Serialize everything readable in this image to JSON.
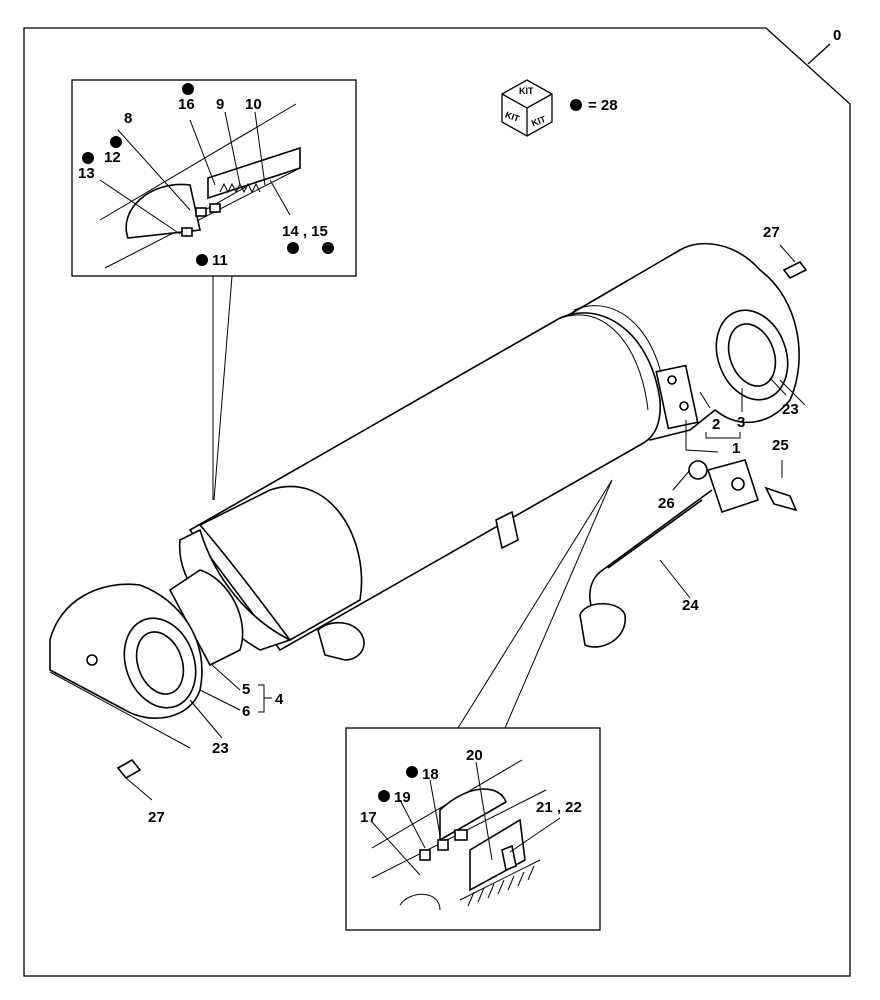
{
  "diagram": {
    "page_number": "0",
    "kit": {
      "icon_text": [
        "KIT",
        "KIT",
        "KIT"
      ],
      "legend": "= 28"
    },
    "callouts": {
      "c1": "1",
      "c2": "2",
      "c3": "3",
      "c4": "4",
      "c5": "5",
      "c6": "6",
      "c8": "8",
      "c9": "9",
      "c10": "10",
      "c11": "11",
      "c12": "12",
      "c13": "13",
      "c14_15": "14 , 15",
      "c16": "16",
      "c17": "17",
      "c18": "18",
      "c19": "19",
      "c20": "20",
      "c21_22": "21 , 22",
      "c23a": "23",
      "c23b": "23",
      "c24": "24",
      "c25": "25",
      "c26": "26",
      "c27a": "27",
      "c27b": "27"
    }
  }
}
